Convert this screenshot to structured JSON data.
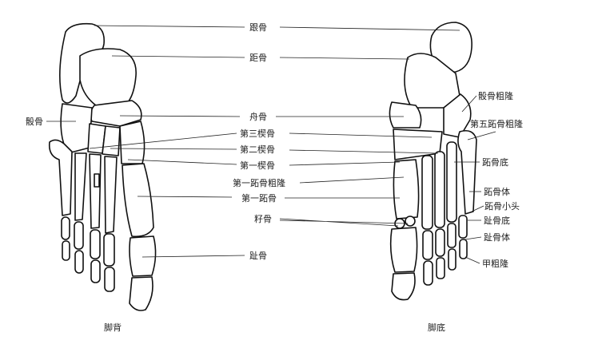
{
  "labels": {
    "calcaneus": "跟骨",
    "talus": "距骨",
    "cuboid": "骰骨",
    "navicular": "舟骨",
    "cuneiform3": "第三楔骨",
    "cuneiform2": "第二楔骨",
    "cuneiform1": "第一楔骨",
    "metatarsal1_tuberosity": "第一跖骨粗隆",
    "metatarsal1": "第一跖骨",
    "sesamoid": "籽骨",
    "phalanges": "趾骨",
    "cuboid_tuberosity": "骰骨粗隆",
    "metatarsal5_tuberosity": "第五跖骨粗隆",
    "metatarsal_base": "跖骨底",
    "metatarsal_body": "跖骨体",
    "metatarsal_head": "跖骨小头",
    "phalanx_base": "趾骨底",
    "phalanx_body": "趾骨体",
    "ungual_tuberosity": "甲粗隆"
  },
  "captions": {
    "dorsal": "脚背",
    "plantar": "脚底"
  }
}
